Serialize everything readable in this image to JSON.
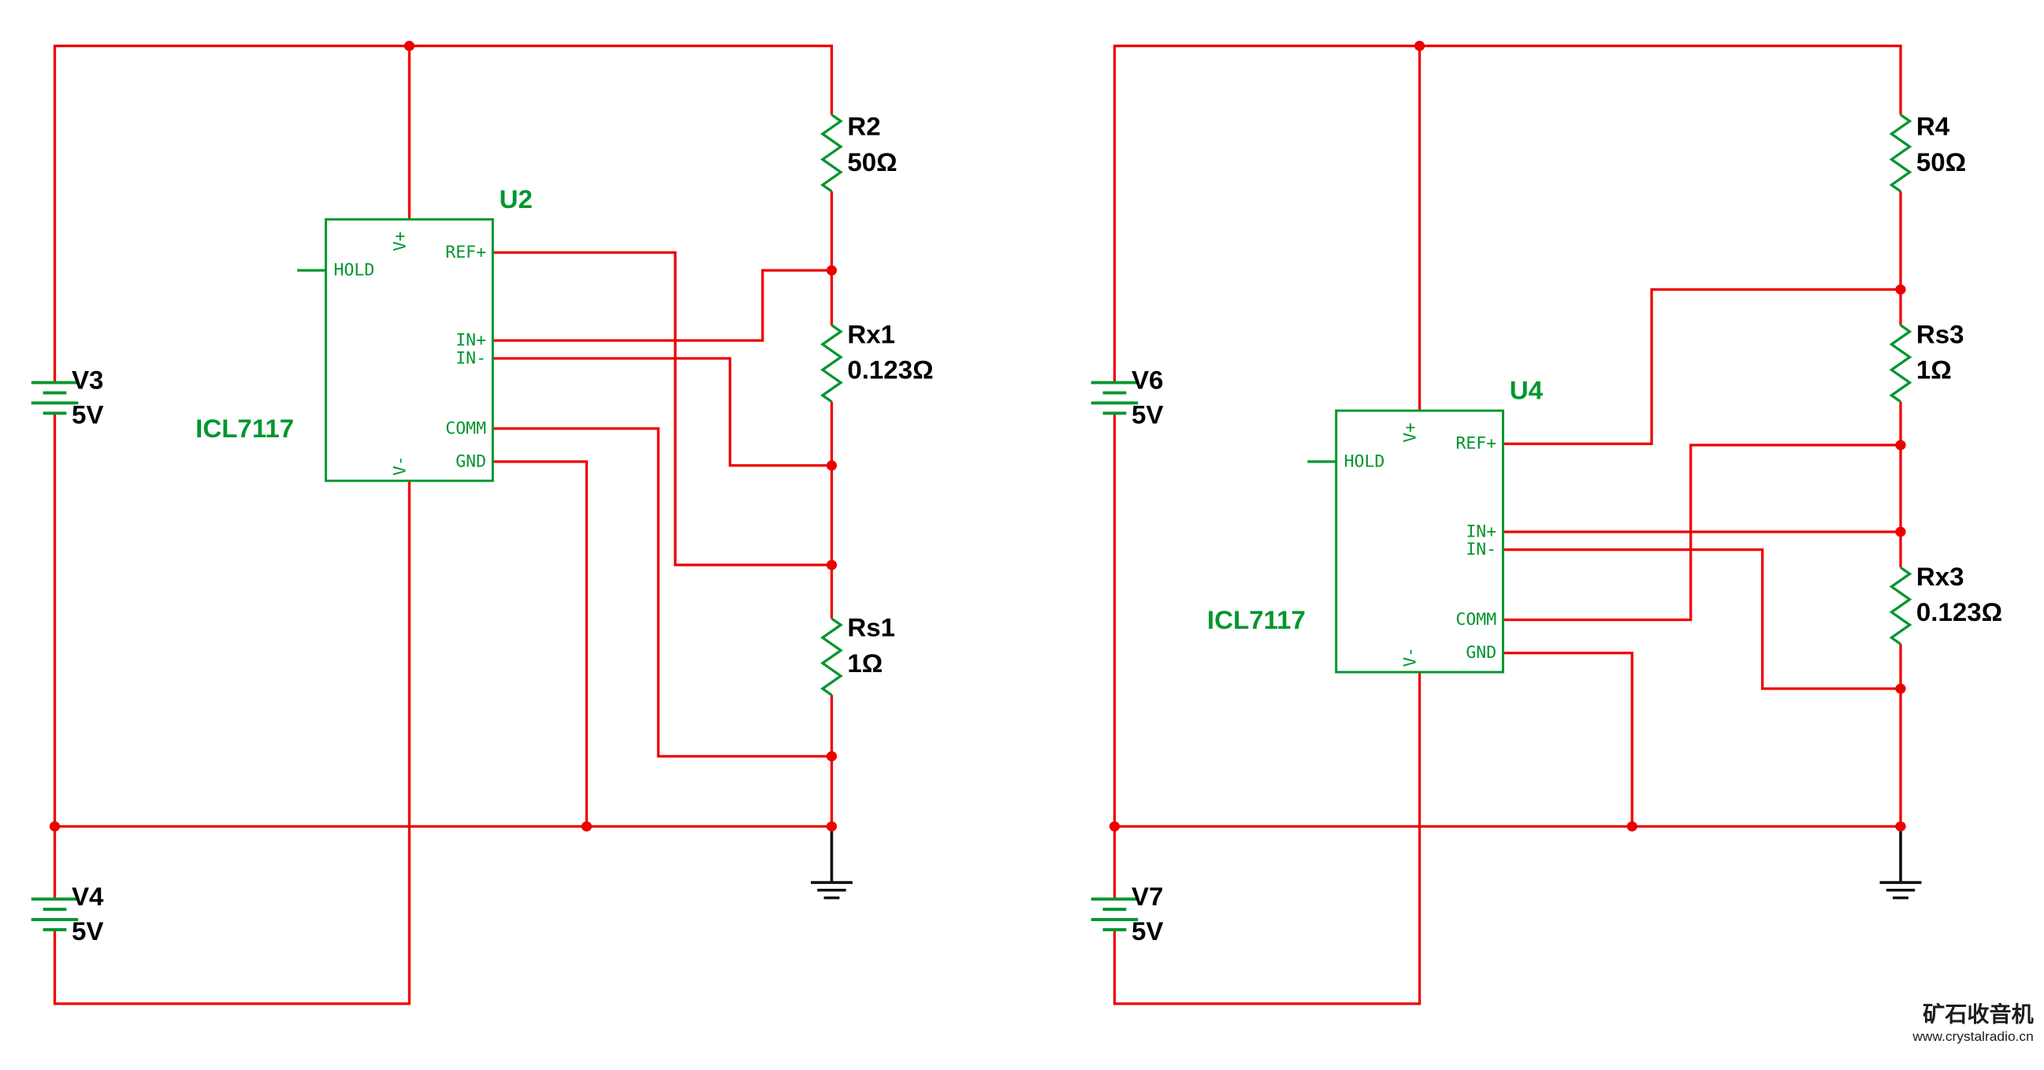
{
  "colors": {
    "wire": "#ee0000",
    "component": "#00962e",
    "text": "#000000",
    "ground_symbol": "#111111",
    "background": "#ffffff"
  },
  "watermark": {
    "site_name": "矿石收音机",
    "site_url": "www.crystalradio.cn"
  },
  "circuits": [
    {
      "id": "left",
      "ic": {
        "designator": "U2",
        "part_number": "ICL7117",
        "pins": {
          "v_plus": "V+",
          "v_minus": "V-",
          "hold": "HOLD",
          "ref_plus": "REF+",
          "in_plus": "IN+",
          "in_minus": "IN-",
          "comm": "COMM",
          "gnd": "GND"
        }
      },
      "sources": [
        {
          "name": "V3",
          "value": "5V"
        },
        {
          "name": "V4",
          "value": "5V"
        }
      ],
      "resistors": [
        {
          "name": "R2",
          "value": "50Ω"
        },
        {
          "name": "Rx1",
          "value": "0.123Ω"
        },
        {
          "name": "Rs1",
          "value": "1Ω"
        }
      ]
    },
    {
      "id": "right",
      "ic": {
        "designator": "U4",
        "part_number": "ICL7117",
        "pins": {
          "v_plus": "V+",
          "v_minus": "V-",
          "hold": "HOLD",
          "ref_plus": "REF+",
          "in_plus": "IN+",
          "in_minus": "IN-",
          "comm": "COMM",
          "gnd": "GND"
        }
      },
      "sources": [
        {
          "name": "V6",
          "value": "5V"
        },
        {
          "name": "V7",
          "value": "5V"
        }
      ],
      "resistors": [
        {
          "name": "R4",
          "value": "50Ω"
        },
        {
          "name": "Rs3",
          "value": "1Ω"
        },
        {
          "name": "Rx3",
          "value": "0.123Ω"
        }
      ]
    }
  ]
}
